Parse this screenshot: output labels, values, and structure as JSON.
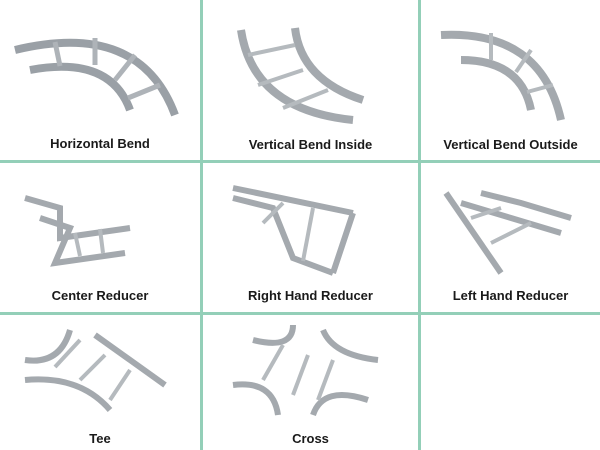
{
  "grid_color": "#93cfb8",
  "metal_color": "#b9bec3",
  "items": [
    {
      "label": "Horizontal Bend"
    },
    {
      "label": "Vertical Bend Inside"
    },
    {
      "label": "Vertical Bend Outside"
    },
    {
      "label": "Center Reducer"
    },
    {
      "label": "Right Hand Reducer"
    },
    {
      "label": "Left Hand Reducer"
    },
    {
      "label": "Tee"
    },
    {
      "label": "Cross"
    }
  ]
}
